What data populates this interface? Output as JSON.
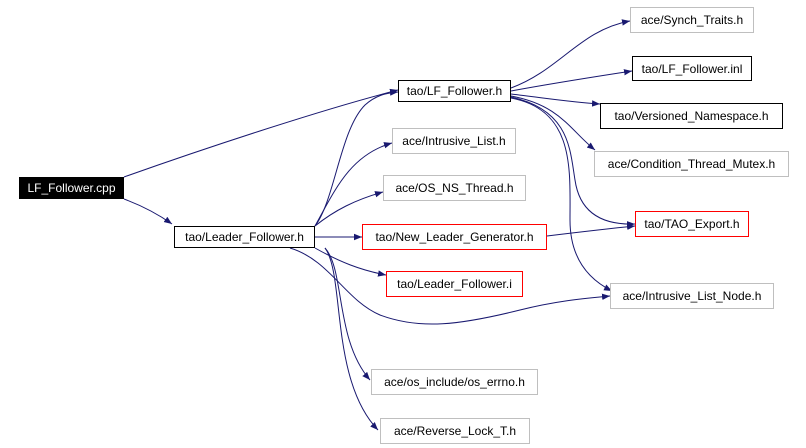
{
  "diagram": {
    "type": "include-dependency-graph",
    "edge_color": "#191970",
    "node_styles": {
      "root": {
        "fill": "#000000",
        "text": "#ffffff",
        "border": "#000000"
      },
      "documented": {
        "fill": "#ffffff",
        "text": "#000000",
        "border": "#000000"
      },
      "undocumented": {
        "fill": "#ffffff",
        "text": "#000000",
        "border": "#bfbfbf"
      },
      "incomplete": {
        "fill": "#ffffff",
        "text": "#000000",
        "border": "#ff0000"
      }
    },
    "nodes": [
      {
        "id": "lf_follower_cpp",
        "label": "LF_Follower.cpp",
        "style": "root"
      },
      {
        "id": "tao_lf_follower_h",
        "label": "tao/LF_Follower.h",
        "style": "documented"
      },
      {
        "id": "tao_leader_follower_h",
        "label": "tao/Leader_Follower.h",
        "style": "documented"
      },
      {
        "id": "ace_synch_traits_h",
        "label": "ace/Synch_Traits.h",
        "style": "undocumented"
      },
      {
        "id": "tao_lf_follower_inl",
        "label": "tao/LF_Follower.inl",
        "style": "documented"
      },
      {
        "id": "tao_versioned_namespace_h",
        "label": "tao/Versioned_Namespace.h",
        "style": "documented"
      },
      {
        "id": "ace_condition_thread_mutex_h",
        "label": "ace/Condition_Thread_Mutex.h",
        "style": "undocumented"
      },
      {
        "id": "ace_intrusive_list_h",
        "label": "ace/Intrusive_List.h",
        "style": "undocumented"
      },
      {
        "id": "ace_os_ns_thread_h",
        "label": "ace/OS_NS_Thread.h",
        "style": "undocumented"
      },
      {
        "id": "tao_new_leader_generator_h",
        "label": "tao/New_Leader_Generator.h",
        "style": "incomplete"
      },
      {
        "id": "tao_tao_export_h",
        "label": "tao/TAO_Export.h",
        "style": "incomplete"
      },
      {
        "id": "tao_leader_follower_i",
        "label": "tao/Leader_Follower.i",
        "style": "incomplete"
      },
      {
        "id": "ace_intrusive_list_node_h",
        "label": "ace/Intrusive_List_Node.h",
        "style": "undocumented"
      },
      {
        "id": "ace_os_include_os_errno_h",
        "label": "ace/os_include/os_errno.h",
        "style": "undocumented"
      },
      {
        "id": "ace_reverse_lock_t_h",
        "label": "ace/Reverse_Lock_T.h",
        "style": "undocumented"
      }
    ],
    "edges": [
      {
        "from": "lf_follower_cpp",
        "to": "tao_lf_follower_h"
      },
      {
        "from": "lf_follower_cpp",
        "to": "tao_leader_follower_h"
      },
      {
        "from": "tao_lf_follower_h",
        "to": "ace_synch_traits_h"
      },
      {
        "from": "tao_lf_follower_h",
        "to": "tao_lf_follower_inl"
      },
      {
        "from": "tao_lf_follower_h",
        "to": "tao_versioned_namespace_h"
      },
      {
        "from": "tao_lf_follower_h",
        "to": "ace_condition_thread_mutex_h"
      },
      {
        "from": "tao_lf_follower_h",
        "to": "tao_tao_export_h"
      },
      {
        "from": "tao_lf_follower_h",
        "to": "ace_intrusive_list_node_h"
      },
      {
        "from": "tao_leader_follower_h",
        "to": "tao_lf_follower_h"
      },
      {
        "from": "tao_leader_follower_h",
        "to": "ace_intrusive_list_h"
      },
      {
        "from": "tao_leader_follower_h",
        "to": "ace_os_ns_thread_h"
      },
      {
        "from": "tao_leader_follower_h",
        "to": "tao_new_leader_generator_h"
      },
      {
        "from": "tao_leader_follower_h",
        "to": "tao_leader_follower_i"
      },
      {
        "from": "tao_leader_follower_h",
        "to": "ace_intrusive_list_node_h"
      },
      {
        "from": "tao_leader_follower_h",
        "to": "ace_os_include_os_errno_h"
      },
      {
        "from": "tao_leader_follower_h",
        "to": "ace_reverse_lock_t_h"
      },
      {
        "from": "tao_new_leader_generator_h",
        "to": "tao_tao_export_h"
      }
    ]
  }
}
